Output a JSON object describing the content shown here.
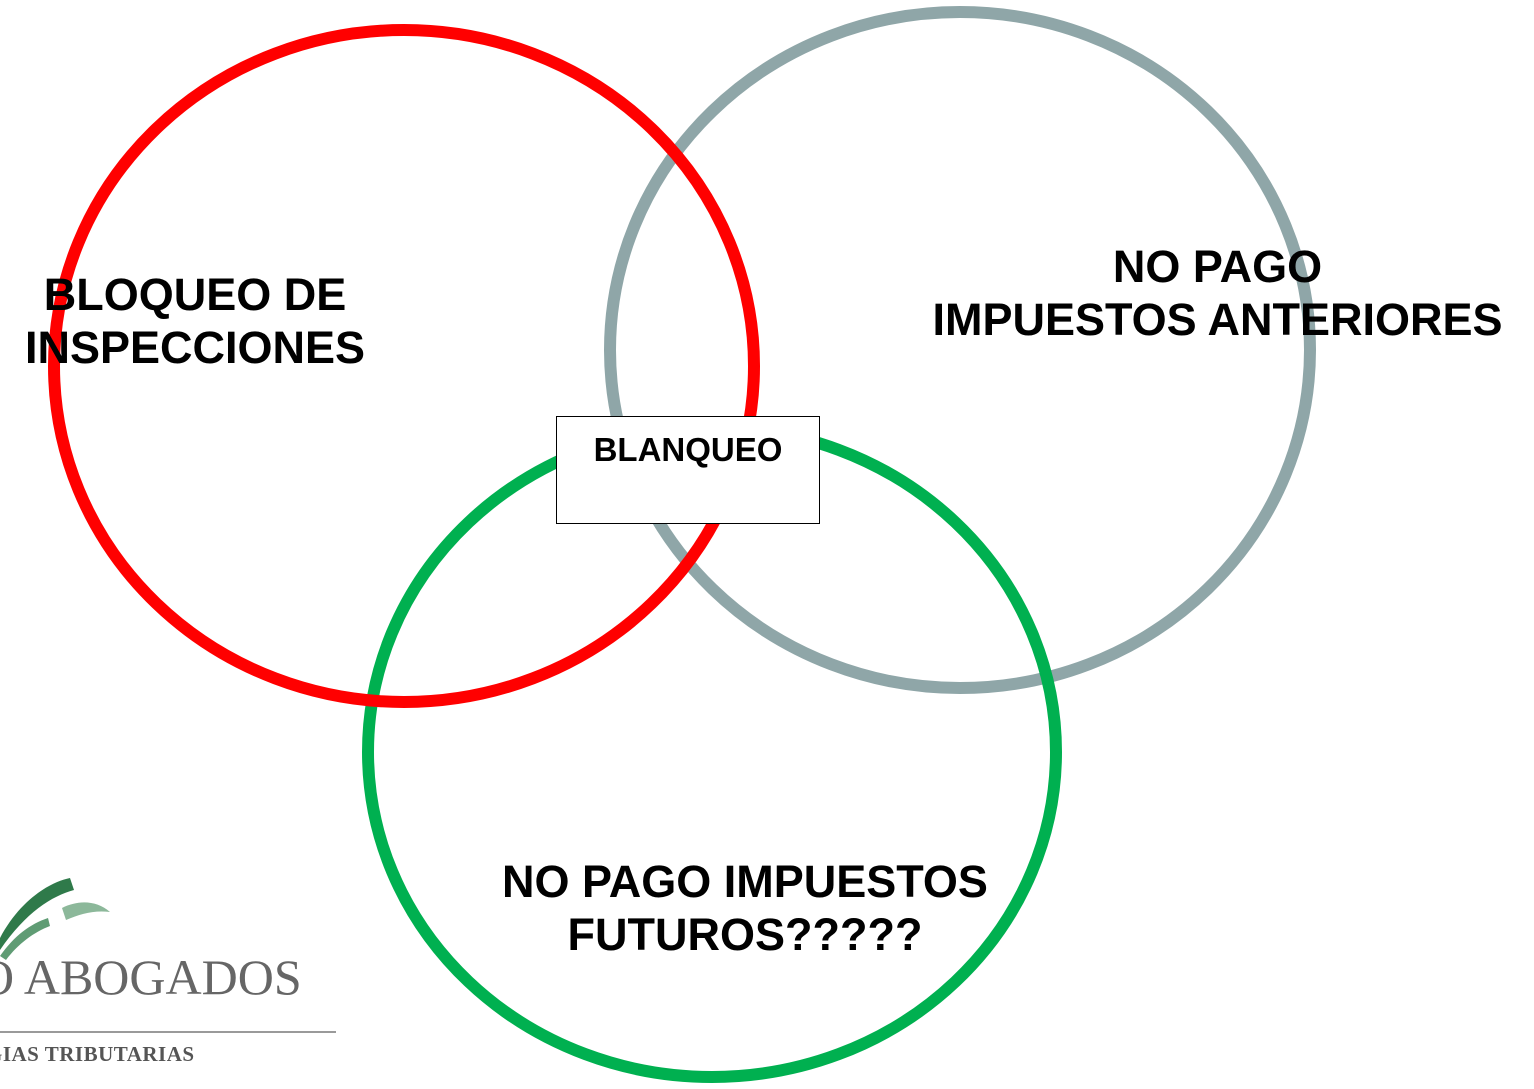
{
  "diagram": {
    "circles": [
      {
        "id": "bloqueo",
        "color": "#ff0000",
        "label_lines": [
          "BLOQUEO DE",
          "INSPECCIONES"
        ]
      },
      {
        "id": "anteriores",
        "color": "#8fa6a8",
        "label_lines": [
          "NO PAGO",
          "IMPUESTOS ANTERIORES"
        ]
      },
      {
        "id": "futuros",
        "color": "#00b050",
        "label_lines": [
          "NO PAGO IMPUESTOS",
          "FUTUROS?????"
        ]
      }
    ],
    "center_label": "BLANQUEO"
  },
  "logo": {
    "main_text": "O ABOGADOS",
    "sub_text": "GIAS TRIBUTARIAS",
    "swoosh_color_dark": "#2f7a4a",
    "swoosh_color_light": "#8cb89a"
  }
}
